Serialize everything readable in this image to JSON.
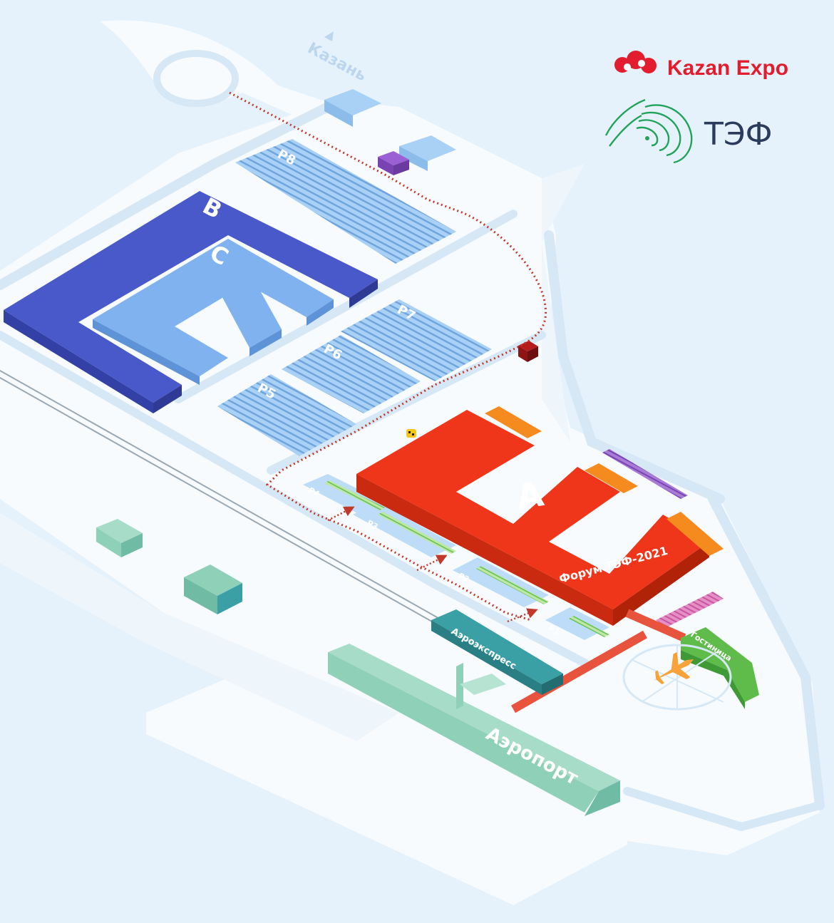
{
  "labels": {
    "to_city": "Казань",
    "hall_a": "A",
    "hall_b": "B",
    "hall_c": "C",
    "forum": "Форум ТЭФ-2021",
    "hotel": "Гостиница",
    "aeroexpress": "Аэроэкспресс",
    "airport": "Аэропорт"
  },
  "parking": {
    "p1": "P1",
    "p2": "P2",
    "p3": "P3",
    "p4": "P4",
    "p5": "P5",
    "p6": "P6",
    "p7": "P7",
    "p8": "P8"
  },
  "logos": {
    "kazan_expo": "Kazan Expo",
    "tef": "ТЭФ"
  },
  "icons": {
    "taxi": "taxi-icon",
    "plane": "plane-icon",
    "arrow": "direction-arrow-icon"
  },
  "colors": {
    "background": "#e6f2fb",
    "ground": "#f7fbfe",
    "road": "#d6e8f6",
    "hall_a": "#f0361a",
    "hall_a_side": "#c92a10",
    "hall_a_accent": "#f58a1f",
    "hall_b": "#4a59c9",
    "hall_b_side": "#3341a6",
    "hall_c": "#7fb2ee",
    "hall_c_side": "#5f93d8",
    "parking": "#a9d0f5",
    "parking_stripe": "#6ea4dc",
    "airport": "#a7dcc8",
    "airport_side": "#6fbba4",
    "aeroexpress": "#2f8c93",
    "hotel": "#5fbb4a",
    "route": "#c0392b",
    "walkway": "#e8533d",
    "purple": "#8e4fc4",
    "dark_red": "#8f1414",
    "plane": "#f7a23a",
    "kazan_logo": "#e11d2e",
    "tef_logo": "#2a3b5b",
    "tef_green": "#21a35a"
  }
}
